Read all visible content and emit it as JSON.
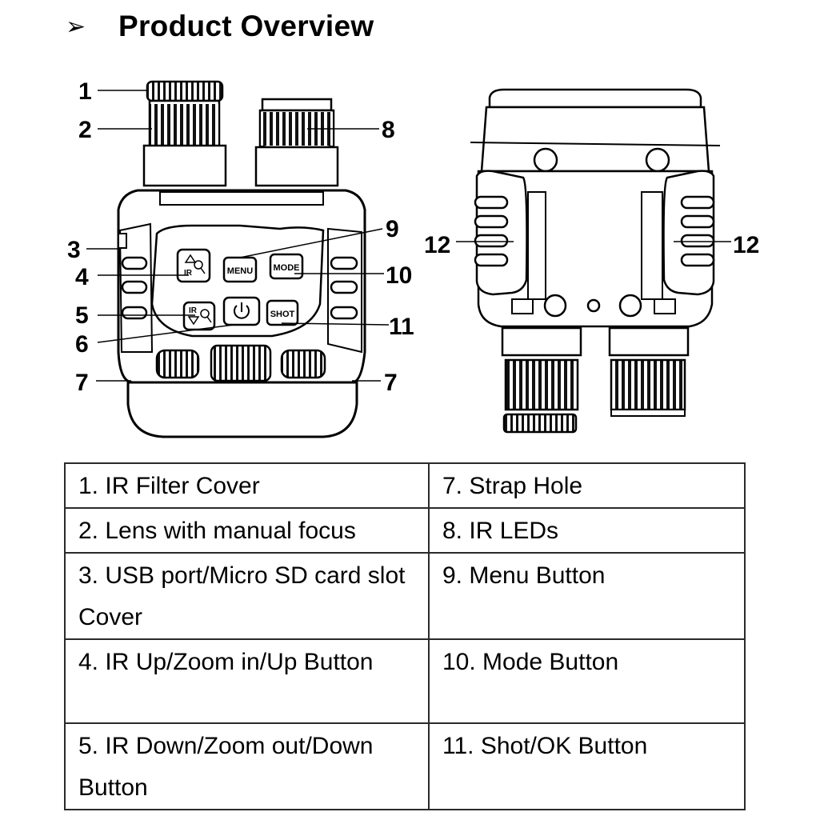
{
  "heading": {
    "arrow": "➢",
    "title": "Product Overview"
  },
  "front_view": {
    "callouts": [
      "1",
      "2",
      "3",
      "4",
      "5",
      "6",
      "7",
      "7",
      "8",
      "9",
      "10",
      "11"
    ],
    "buttons": {
      "menu": "MENU",
      "mode": "MODE",
      "shot": "SHOT",
      "ir_up": "IR",
      "ir_down": "IR"
    }
  },
  "back_view": {
    "callouts": [
      "12",
      "12"
    ]
  },
  "legend": {
    "rows": [
      {
        "left": "1.  IR Filter Cover",
        "right": "7.  Strap Hole"
      },
      {
        "left": "2.  Lens with manual focus",
        "right": "8.  IR LEDs"
      },
      {
        "left": "3.  USB port/Micro SD card slot Cover",
        "right": "9.  Menu Button"
      },
      {
        "left": "4.  IR Up/Zoom in/Up Button",
        "right": "10.  Mode Button"
      },
      {
        "left": "5.  IR Down/Zoom out/Down Button",
        "right": "11.  Shot/OK Button"
      }
    ]
  }
}
